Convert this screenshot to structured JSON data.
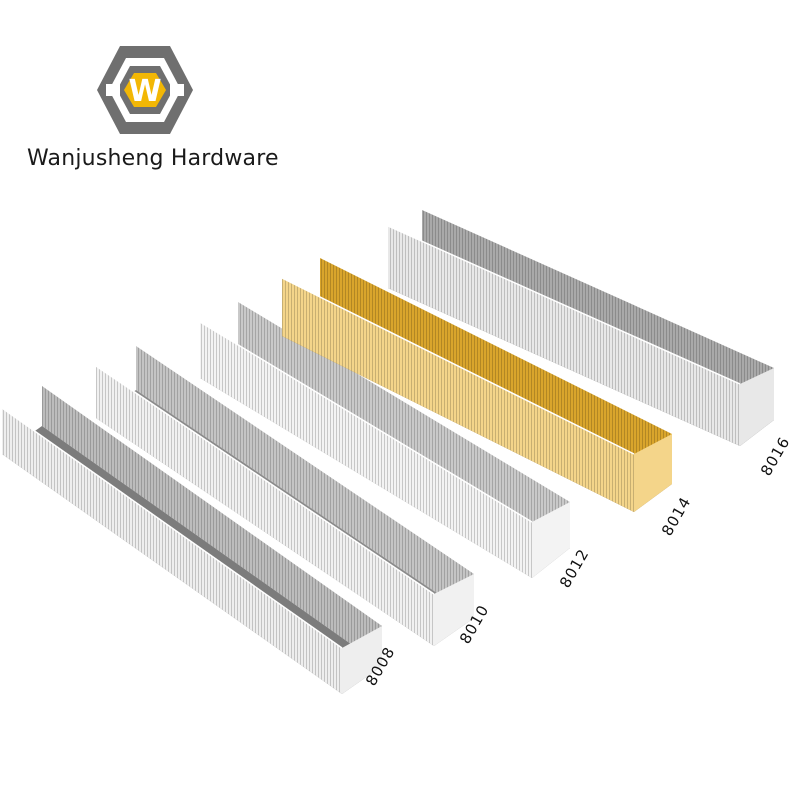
{
  "brand": {
    "name": "Wanjusheng Hardware",
    "logo_letter": "W",
    "logo_icon": "hexagon-bolt-logo-icon",
    "colors": {
      "hexagon": "#6f6f6f",
      "accent": "#f2b705"
    }
  },
  "staple_strips": [
    {
      "model": "8008",
      "finish": "silver",
      "colors": {
        "light": "#eeeeee",
        "mid": "#bcbcbc",
        "dark": "#7c7c7c"
      }
    },
    {
      "model": "8010",
      "finish": "silver",
      "colors": {
        "light": "#f1f1f1",
        "mid": "#c4c4c4",
        "dark": "#8a8a8a"
      }
    },
    {
      "model": "8012",
      "finish": "silver",
      "colors": {
        "light": "#f3f3f3",
        "mid": "#c9c9c9",
        "dark": "#8d8d8d"
      }
    },
    {
      "model": "8014",
      "finish": "gold",
      "colors": {
        "light": "#f4d58a",
        "mid": "#d9a52c",
        "dark": "#8a6a1f"
      }
    },
    {
      "model": "8016",
      "finish": "silver",
      "colors": {
        "light": "#e8e8e8",
        "mid": "#a9a9a9",
        "dark": "#5b5b5b"
      }
    }
  ]
}
